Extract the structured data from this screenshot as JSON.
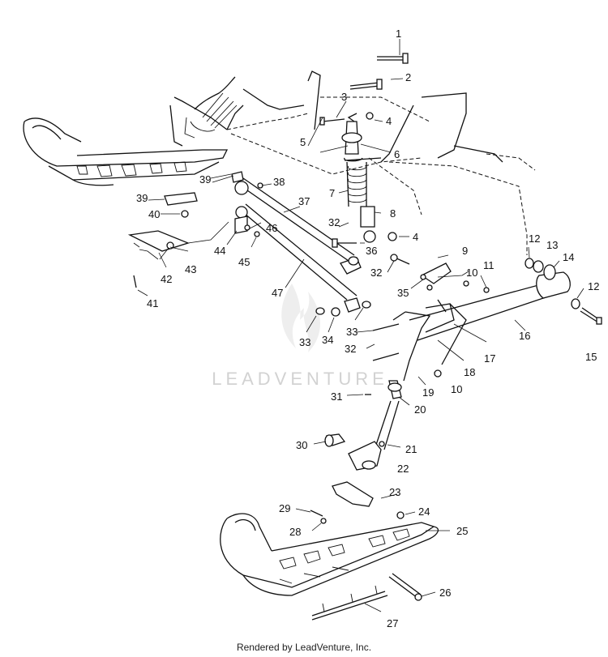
{
  "diagram": {
    "callouts": [
      "1",
      "2",
      "3",
      "4",
      "5",
      "6",
      "7",
      "8",
      "4",
      "9",
      "10",
      "11",
      "12",
      "13",
      "14",
      "12",
      "15",
      "16",
      "17",
      "18",
      "10",
      "19",
      "20",
      "21",
      "22",
      "23",
      "24",
      "25",
      "26",
      "27",
      "28",
      "29",
      "30",
      "31",
      "32",
      "32",
      "32",
      "33",
      "33",
      "34",
      "35",
      "36",
      "37",
      "38",
      "39",
      "39",
      "40",
      "41",
      "42",
      "43",
      "44",
      "45",
      "46",
      "47"
    ],
    "watermark_text": "LEADVENTURE",
    "footer_text": "Rendered by LeadVenture, Inc."
  }
}
